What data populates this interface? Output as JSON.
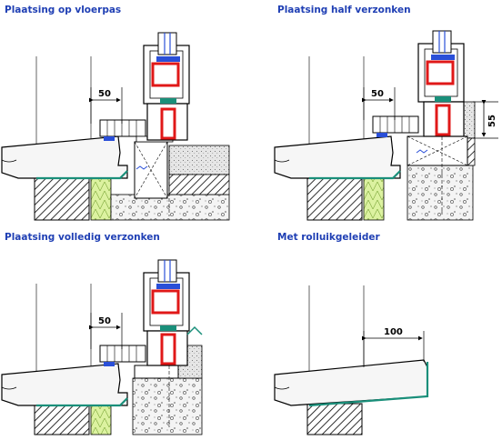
{
  "titles": {
    "top_left": "Plaatsing op vloerpas",
    "top_right": "Plaatsing half verzonken",
    "bottom_left": "Plaatsing volledig verzonken",
    "bottom_right": "Met rolluikgeleider"
  },
  "dimensions": {
    "d1": "50",
    "d2": "50",
    "d2_height": "55",
    "d3": "50",
    "d4": "100"
  },
  "colors": {
    "title": "#1f3fb4",
    "profile_red": "#e01818",
    "seal_blue": "#2a4fd8",
    "insulation": "#d8f09a",
    "sill_edge": "#1a8f7a",
    "concrete": "#d0d0d0"
  }
}
